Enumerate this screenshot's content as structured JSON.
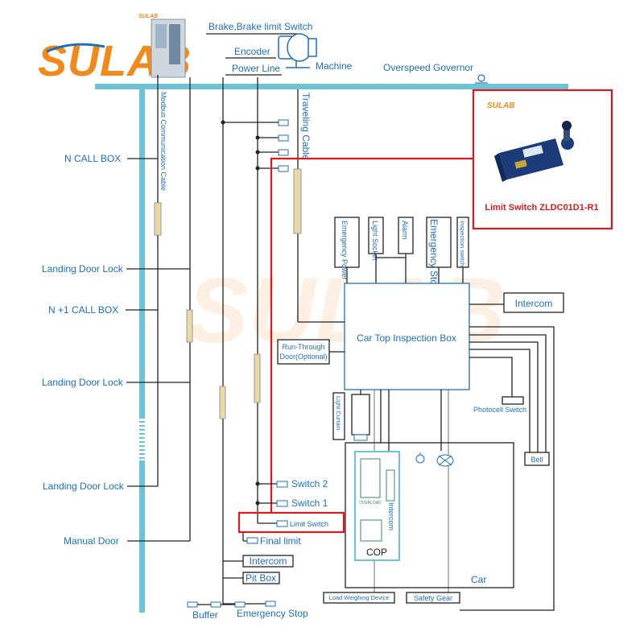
{
  "brand": {
    "logo_text": "SULAB",
    "small_logo_text": "SULAB",
    "watermark_text": "SULAB",
    "colors": {
      "logo_orange": "#f08a1c",
      "logo_blue": "#1f6fb5",
      "shaft": "#6cc3d5",
      "highlight_red": "#d9191f",
      "label_blue": "#1f6fb5"
    }
  },
  "top": {
    "brake_label": "Brake,Brake limit Switch",
    "encoder_label": "Encoder",
    "power_label": "Power Line",
    "machine_label": "Machine",
    "governor_label": "Overspeed Governor"
  },
  "shaft": {
    "modbus_label": "Modbus Communication Cable",
    "traveling_label": "Traveling Cable"
  },
  "left_labels": {
    "n_call": "N CALL BOX",
    "door_lock_1": "Landing Door Lock",
    "n1_call": "N +1 CALL BOX",
    "door_lock_2": "Landing Door Lock",
    "door_lock_3": "Landing Door Lock",
    "manual_door": "Manual Door"
  },
  "product": {
    "brand": "SULAB",
    "caption": "Limit Switch ZLDC01D1-R1"
  },
  "car_top": {
    "title": "Car Top Inspection Box",
    "modules": [
      "Emergency Power",
      "Light Socket",
      "Alarm",
      "Emergency Stop",
      "Inspection switch"
    ],
    "intercom": "Intercom",
    "run_through": [
      "Run-Through",
      "Door(Optional)"
    ],
    "light_curtain": "Light Curtain",
    "photocell": "Photocell Switch",
    "bell": "Bell"
  },
  "car": {
    "label": "Car",
    "cop": "COP",
    "cop_intercom": "Intercom",
    "overload": "OVERLOAD",
    "load_weighing": "Load Weighing Device",
    "safety_gear": "Safety Gear"
  },
  "pit": {
    "switch2": "Switch 2",
    "switch1": "Switch 1",
    "limit_switch": "Limit Switch",
    "final_limit": "Final limit",
    "intercom": "Intercom",
    "pit_box": "Pit Box",
    "buffer": "Buffer",
    "emergency_stop": "Emergency Stop"
  }
}
